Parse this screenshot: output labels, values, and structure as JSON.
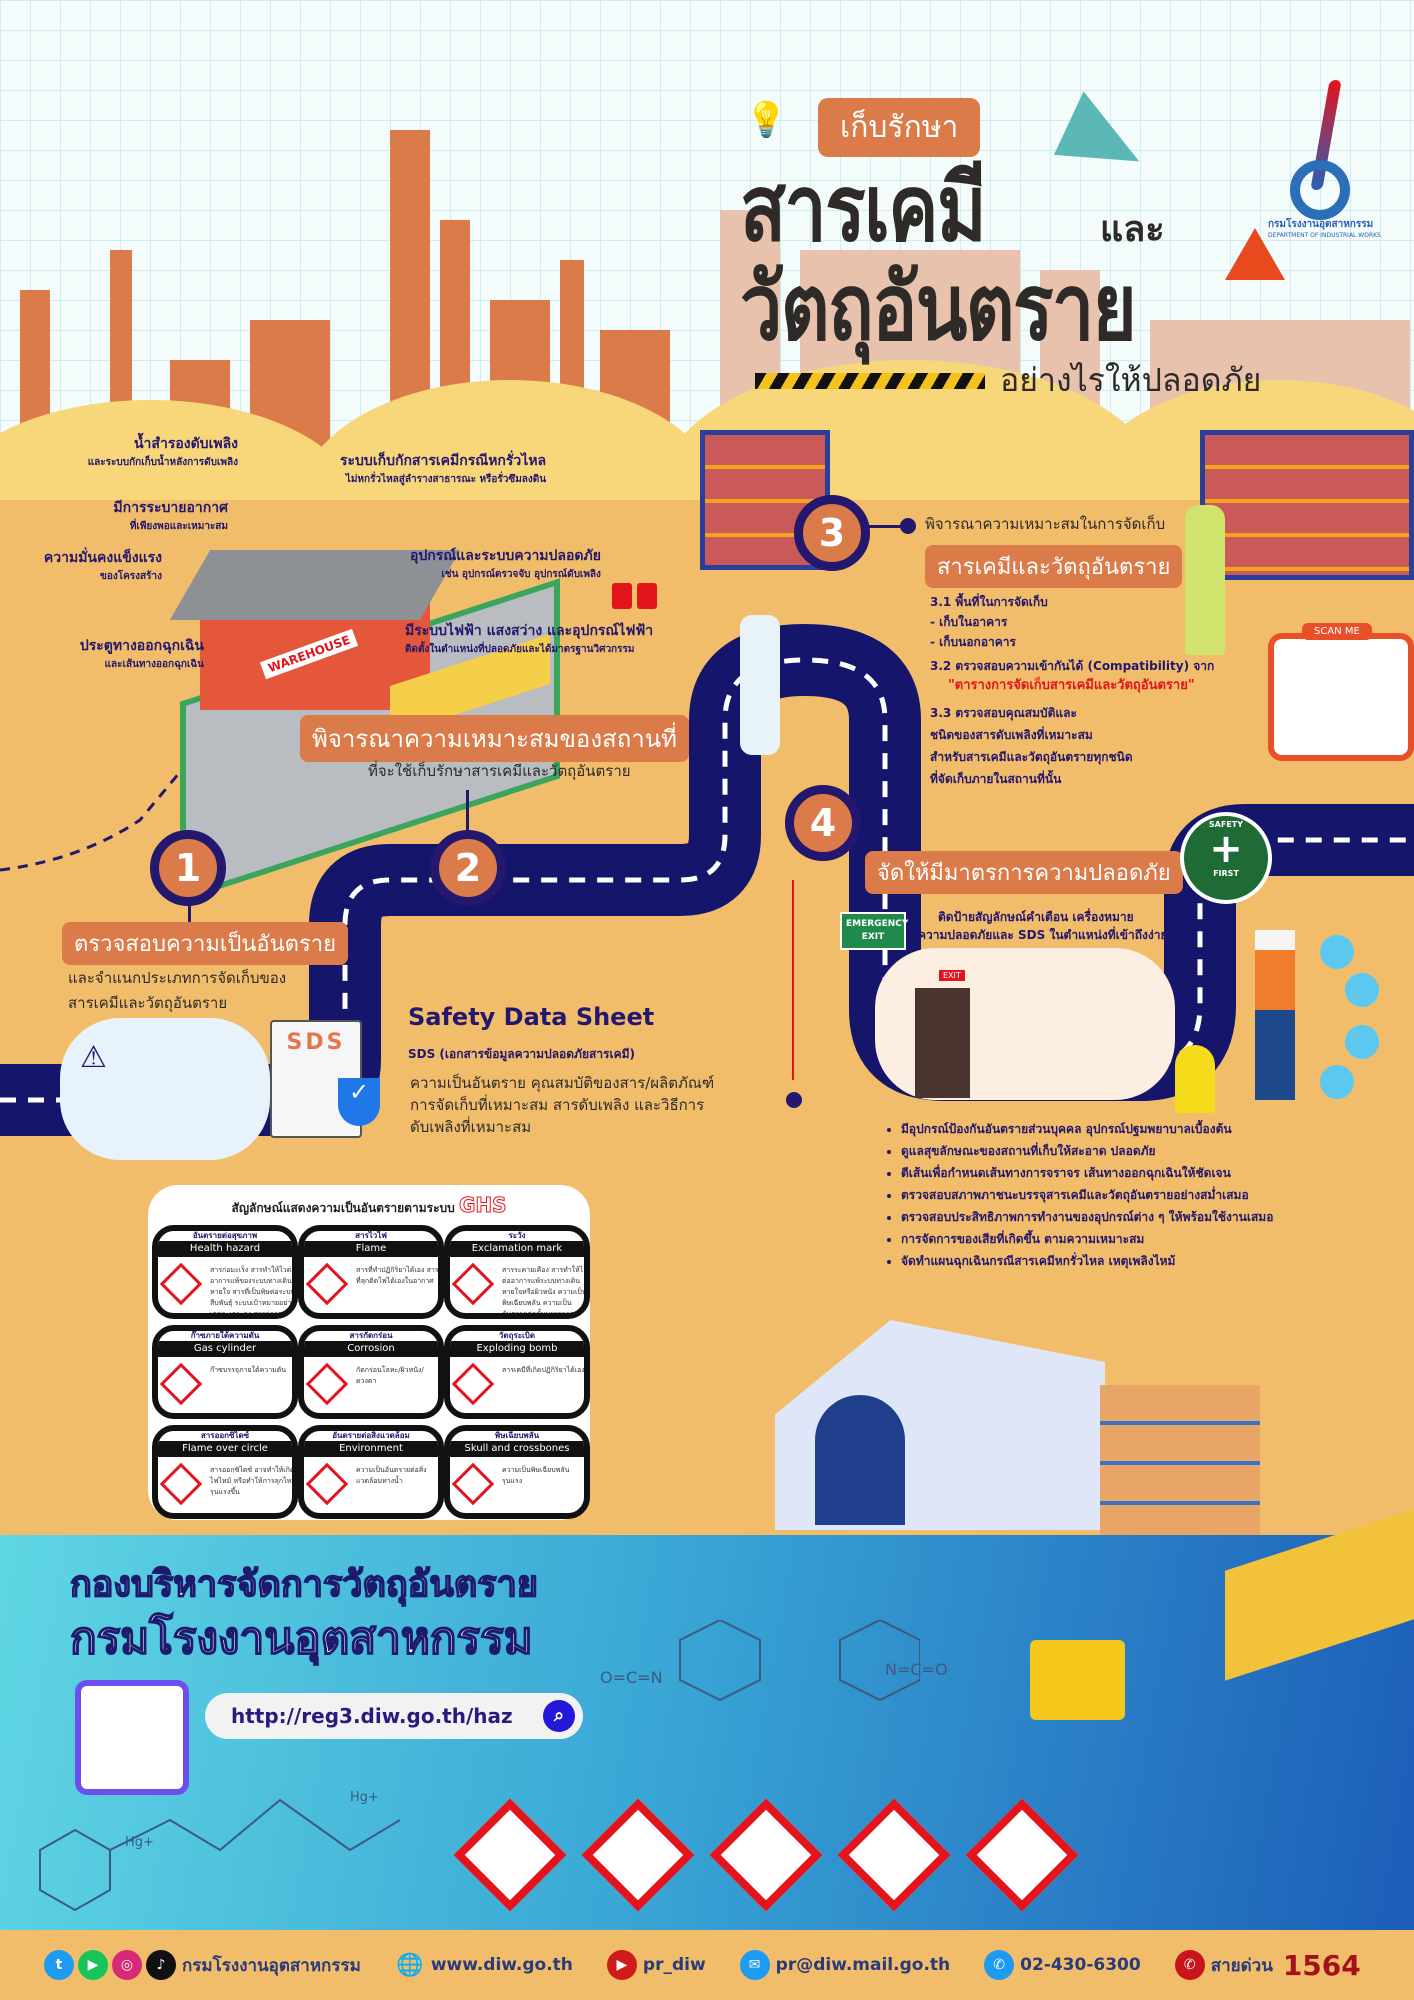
{
  "header": {
    "tag": "เก็บรักษา",
    "title_line1": "สารเคมี",
    "title_and": "และ",
    "title_line2": "วัตถุอันตราย",
    "subtitle": "อย่างไรให้ปลอดภัย",
    "logo_th": "กรมโรงงานอุตสาหกรรม",
    "logo_en": "DEPARTMENT OF INDUSTRIAL WORKS"
  },
  "warehouse_labels": [
    {
      "title": "น้ำสำรองดับเพลิง",
      "sub": "และระบบกักเก็บน้ำหลังการดับเพลิง"
    },
    {
      "title": "ระบบเก็บกักสารเคมีกรณีหกรั่วไหล",
      "sub": "ไม่หกรั่วไหลสู่ลำรางสาธารณะ หรือรั่วซึมลงดิน"
    },
    {
      "title": "มีการระบายอากาศ",
      "sub": "ที่เพียงพอและเหมาะสม"
    },
    {
      "title": "ความมั่นคงแข็งแรง",
      "sub": "ของโครงสร้าง"
    },
    {
      "title": "อุปกรณ์และระบบความปลอดภัย",
      "sub": "เช่น อุปกรณ์ตรวจจับ อุปกรณ์ดับเพลิง"
    },
    {
      "title": "มีระบบไฟฟ้า แสงสว่าง และอุปกรณ์ไฟฟ้า",
      "sub": "ติดตั้งในตำแหน่งที่ปลอดภัยและได้มาตรฐานวิศวกรรม"
    },
    {
      "title": "ประตูทางออกฉุกเฉิน",
      "sub": "และเส้นทางออกฉุกเฉิน"
    }
  ],
  "warehouse_sign": "WAREHOUSE",
  "steps": [
    {
      "num": "1",
      "tag": "ตรวจสอบความเป็นอันตราย",
      "desc": [
        "และจำแนกประเภทการจัดเก็บของ",
        "สารเคมีและวัตถุอันตราย"
      ]
    },
    {
      "num": "2",
      "tag": "พิจารณาความเหมาะสมของสถานที่",
      "desc": [
        "ที่จะใช้เก็บรักษาสารเคมีและวัตถุอันตราย"
      ]
    },
    {
      "num": "3",
      "intro": "พิจารณาความเหมาะสมในการจัดเก็บ",
      "tag": "สารเคมีและวัตถุอันตราย",
      "items": [
        "3.1 พื้นที่ในการจัดเก็บ",
        " - เก็บในอาคาร",
        " - เก็บนอกอาคาร",
        "3.2 ตรวจสอบความเข้ากันได้ (Compatibility) จาก"
      ],
      "highlight": "\"ตารางการจัดเก็บสารเคมีและวัตถุอันตราย\"",
      "items2": [
        "3.3 ตรวจสอบคุณสมบัติและ",
        "ชนิดของสารดับเพลิงที่เหมาะสม",
        "สำหรับสารเคมีและวัตถุอันตรายทุกชนิด",
        "ที่จัดเก็บภายในสถานที่นั้น"
      ]
    },
    {
      "num": "4",
      "tag": "จัดให้มีมาตรการความปลอดภัย",
      "top_bullet": [
        "ติดป้ายสัญลักษณ์คำเตือน เครื่องหมาย",
        "ความปลอดภัยและ SDS ในตำแหน่งที่เข้าถึงง่าย"
      ],
      "bullets": [
        "มีอุปกรณ์ป้องกันอันตรายส่วนบุคคล อุปกรณ์ปฐมพยาบาลเบื้องต้น",
        "ดูแลสุขลักษณะของสถานที่เก็บให้สะอาด ปลอดภัย",
        "ตีเส้นเพื่อกำหนดเส้นทางการจราจร เส้นทางออกฉุกเฉินให้ชัดเจน",
        "ตรวจสอบสภาพภาชนะบรรจุสารเคมีและวัตถุอันตรายอย่างสม่ำเสมอ",
        "ตรวจสอบประสิทธิภาพการทำงานของอุปกรณ์ต่าง ๆ ให้พร้อมใช้งานเสมอ",
        "การจัดการของเสียที่เกิดขึ้น ตามความเหมาะสม",
        "จัดทำแผนฉุกเฉินกรณีสารเคมีหกรั่วไหล เหตุเพลิงไหม้"
      ]
    }
  ],
  "scan_me": "SCAN ME",
  "signs": {
    "emergency_exit": "EMERGENCY EXIT",
    "exit": "EXIT",
    "safety_first_top": "SAFETY",
    "safety_first_bottom": "FIRST"
  },
  "sds": {
    "doc_label": "SDS",
    "title": "Safety Data Sheet",
    "subtitle": "SDS (เอกสารข้อมูลความปลอดภัยสารเคมี)",
    "desc": [
      "ความเป็นอันตราย คุณสมบัติของสาร/ผลิตภัณฑ์",
      "การจัดเก็บที่เหมาะสม สารดับเพลิง และวิธีการ",
      "ดับเพลิงที่เหมาะสม"
    ]
  },
  "ghs": {
    "title": "สัญลักษณ์แสดงความเป็นอันตรายตามระบบ",
    "title_accent": "GHS",
    "cards": [
      {
        "th": "อันตรายต่อสุขภาพ",
        "en": "Health hazard",
        "desc": "สารก่อมะเร็ง สารทำให้ไวต่ออาการแพ้ของระบบทางเดินหายใจ สารที่เป็นพิษต่อระบบสืบพันธุ์ ระบบเป้าหมายอย่างเฉพาะเจาะจง สารก่อกลายพันธุ์"
      },
      {
        "th": "สารไวไฟ",
        "en": "Flame",
        "desc": "สารที่ทำปฏิกิริยาได้เอง สารที่ลุกติดไฟได้เองในอากาศ"
      },
      {
        "th": "ระวัง",
        "en": "Exclamation mark",
        "desc": "สารระคายเคือง สารทำให้ไวต่ออาการแพ้ระบบทางเดินหายใจหรือผิวหนัง ความเป็นพิษเฉียบพลัน ความเป็นอันตรายต่อชั้นบรรยากาศโอโซน"
      },
      {
        "th": "ก๊าซภายใต้ความดัน",
        "en": "Gas cylinder",
        "desc": "ก๊าซบรรจุภายใต้ความดัน"
      },
      {
        "th": "สารกัดกร่อน",
        "en": "Corrosion",
        "desc": "กัดกร่อนโลหะ/ผิวหนัง/ดวงตา"
      },
      {
        "th": "วัตถุระเบิด",
        "en": "Exploding bomb",
        "desc": "สารเคมีที่เกิดปฏิกิริยาได้เอง"
      },
      {
        "th": "สารออกซิไดซ์",
        "en": "Flame over circle",
        "desc": "สารออกซิไดซ์ อาจทำให้เกิดไฟไหม้ หรือทำให้การลุกไหม้รุนแรงขึ้น"
      },
      {
        "th": "อันตรายต่อสิ่งแวดล้อม",
        "en": "Environment",
        "desc": "ความเป็นอันตรายต่อสิ่งแวดล้อมทางน้ำ"
      },
      {
        "th": "พิษเฉียบพลัน",
        "en": "Skull and crossbones",
        "desc": "ความเป็นพิษเฉียบพลันรุนแรง"
      }
    ]
  },
  "bottom": {
    "line1": "กองบริหารจัดการวัตถุอันตราย",
    "line2": "กรมโรงงานอุตสาหกรรม",
    "url": "http://reg3.diw.go.th/haz",
    "chem1": "O=C=N",
    "chem2": "N=C=O",
    "chem3": "Hg+",
    "chem4": "Hg+"
  },
  "footer": {
    "facebook_name": "กรมโรงงานอุตสาหกรรม",
    "website": "www.diw.go.th",
    "youtube": "pr_diw",
    "email": "pr@diw.mail.go.th",
    "phone": "02-430-6300",
    "hotline_label": "สายด่วน",
    "hotline": "1564"
  },
  "colors": {
    "navy": "#24176e",
    "orange": "#db7b4a",
    "bg": "#f1bd6a",
    "red": "#e3141b"
  }
}
